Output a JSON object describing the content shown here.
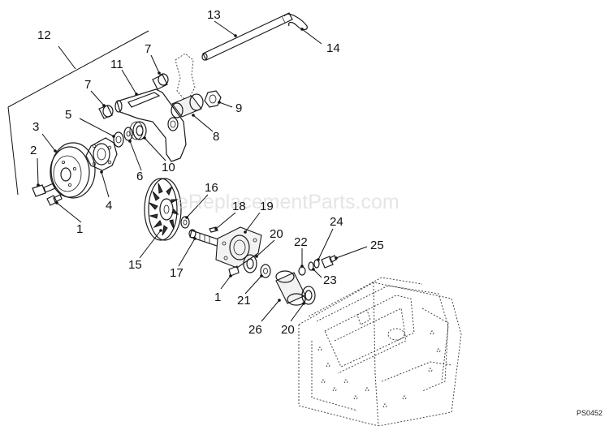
{
  "diagram": {
    "labels": [
      {
        "id": "1a",
        "text": "1"
      },
      {
        "id": "1b",
        "text": "1"
      },
      {
        "id": "2",
        "text": "2"
      },
      {
        "id": "3",
        "text": "3"
      },
      {
        "id": "4",
        "text": "4"
      },
      {
        "id": "5",
        "text": "5"
      },
      {
        "id": "6",
        "text": "6"
      },
      {
        "id": "7a",
        "text": "7"
      },
      {
        "id": "7b",
        "text": "7"
      },
      {
        "id": "8",
        "text": "8"
      },
      {
        "id": "9",
        "text": "9"
      },
      {
        "id": "10",
        "text": "10"
      },
      {
        "id": "11",
        "text": "11"
      },
      {
        "id": "12",
        "text": "12"
      },
      {
        "id": "13",
        "text": "13"
      },
      {
        "id": "14",
        "text": "14"
      },
      {
        "id": "15",
        "text": "15"
      },
      {
        "id": "16",
        "text": "16"
      },
      {
        "id": "17",
        "text": "17"
      },
      {
        "id": "18",
        "text": "18"
      },
      {
        "id": "19",
        "text": "19"
      },
      {
        "id": "20a",
        "text": "20"
      },
      {
        "id": "20b",
        "text": "20"
      },
      {
        "id": "21",
        "text": "21"
      },
      {
        "id": "22",
        "text": "22"
      },
      {
        "id": "23",
        "text": "23"
      },
      {
        "id": "24",
        "text": "24"
      },
      {
        "id": "25",
        "text": "25"
      },
      {
        "id": "26",
        "text": "26"
      }
    ],
    "watermark": "eReplacementParts.com",
    "figure_code": "PS0452"
  }
}
